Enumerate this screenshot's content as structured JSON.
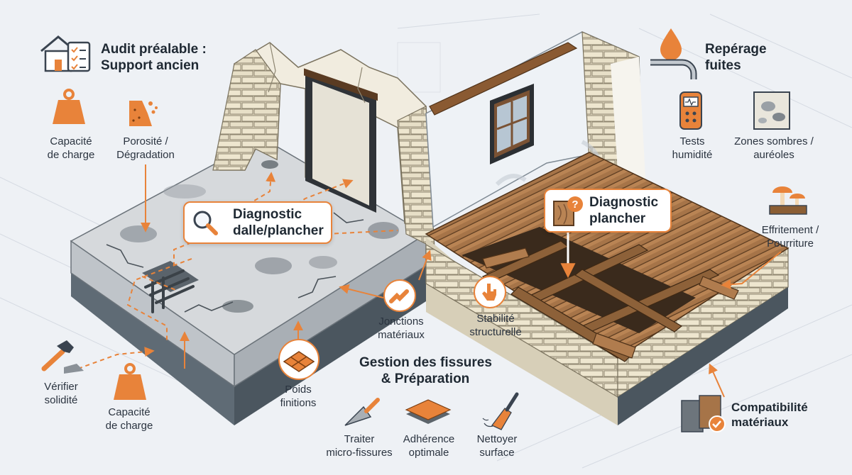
{
  "colors": {
    "accent": "#e8833a",
    "background": "#eef1f5",
    "concrete": "#d9dcdf",
    "wood": "#9a6b43",
    "text": "#1f2933"
  },
  "titles": {
    "audit": [
      "Audit préalable :",
      "Support ancien"
    ],
    "fuites": [
      "Repérage",
      "fuites"
    ],
    "gestion": [
      "Gestion des fissures",
      "& Préparation"
    ],
    "compat": [
      "Compatibilité",
      "matériaux"
    ]
  },
  "callouts": {
    "dalle": [
      "Diagnostic",
      "dalle/plancher"
    ],
    "plancher": [
      "Diagnostic",
      "plancher"
    ]
  },
  "labels": {
    "capacite_top": [
      "Capacité",
      "de charge"
    ],
    "porosite": [
      "Porosité /",
      "Dégradation"
    ],
    "tests": [
      "Tests",
      "humidité"
    ],
    "zones": [
      "Zones sombres /",
      "auréoles"
    ],
    "effritement": [
      "Effritement /",
      "Pourriture"
    ],
    "verifier": [
      "Vérifier",
      "solidité"
    ],
    "capacite_bottom": [
      "Capacité",
      "de charge"
    ],
    "poids": [
      "Poids",
      "finitions"
    ],
    "jonctions": [
      "Jonctions",
      "matériaux"
    ],
    "stabilite": [
      "Stabilité",
      "structurelle"
    ],
    "traiter": [
      "Traiter",
      "micro-fissures"
    ],
    "adherence": [
      "Adhérence",
      "optimale"
    ],
    "nettoyer": [
      "Nettoyer",
      "surface"
    ]
  },
  "icons": [
    "house-checklist-icon",
    "water-drop-pipe-icon",
    "weight-icon",
    "porosity-icon",
    "moisture-meter-icon",
    "stain-icon",
    "mushroom-icon",
    "hammer-icon",
    "tiles-icon",
    "joint-icon",
    "hand-press-icon",
    "trowel-icon",
    "layer-icon",
    "brush-icon",
    "magnifier-icon",
    "question-wood-icon",
    "wood-check-icon"
  ]
}
